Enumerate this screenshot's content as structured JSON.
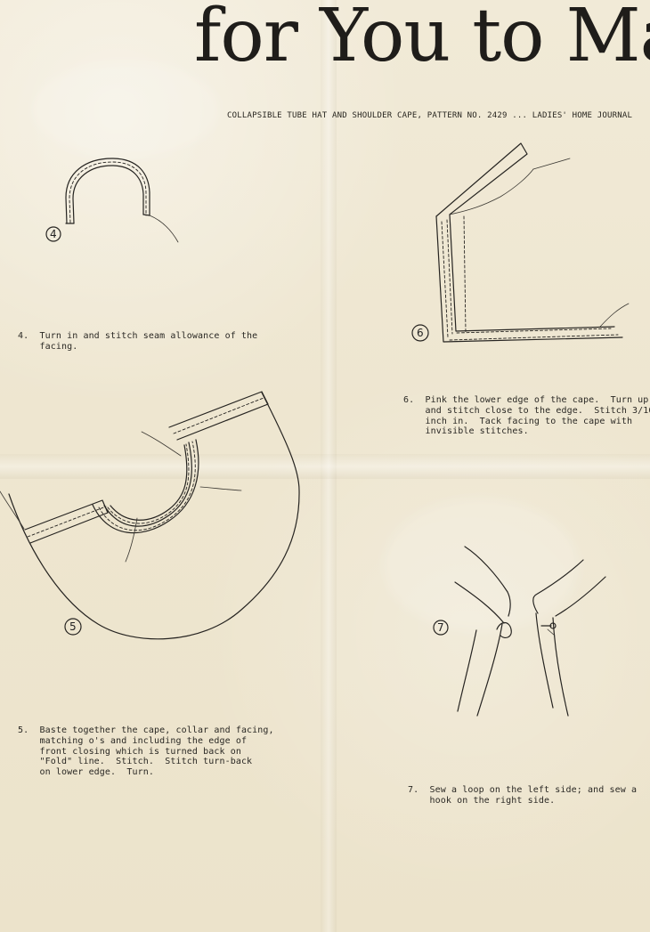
{
  "header": {
    "title": "for You to Make",
    "subtitle": "COLLAPSIBLE TUBE HAT AND SHOULDER CAPE, PATTERN NO. 2429 ... LADIES' HOME JOURNAL"
  },
  "steps": [
    {
      "number": "4",
      "lines": [
        "4.  Turn in and stitch seam allowance of the",
        "    facing."
      ]
    },
    {
      "number": "6",
      "lines": [
        "6.  Pink the lower edge of the cape.  Turn up,",
        "    and stitch close to the edge.  Stitch 3/16",
        "    inch in.  Tack facing to the cape with",
        "    invisible stitches."
      ]
    },
    {
      "number": "5",
      "lines": [
        "5.  Baste together the cape, collar and facing,",
        "    matching o's and including the edge of",
        "    front closing which is turned back on",
        "    \"Fold\" line.  Stitch.  Stitch turn-back",
        "    on lower edge.  Turn."
      ]
    },
    {
      "number": "7",
      "lines": [
        "7.  Sew a loop on the left side; and sew a",
        "    hook on the right side."
      ]
    }
  ]
}
